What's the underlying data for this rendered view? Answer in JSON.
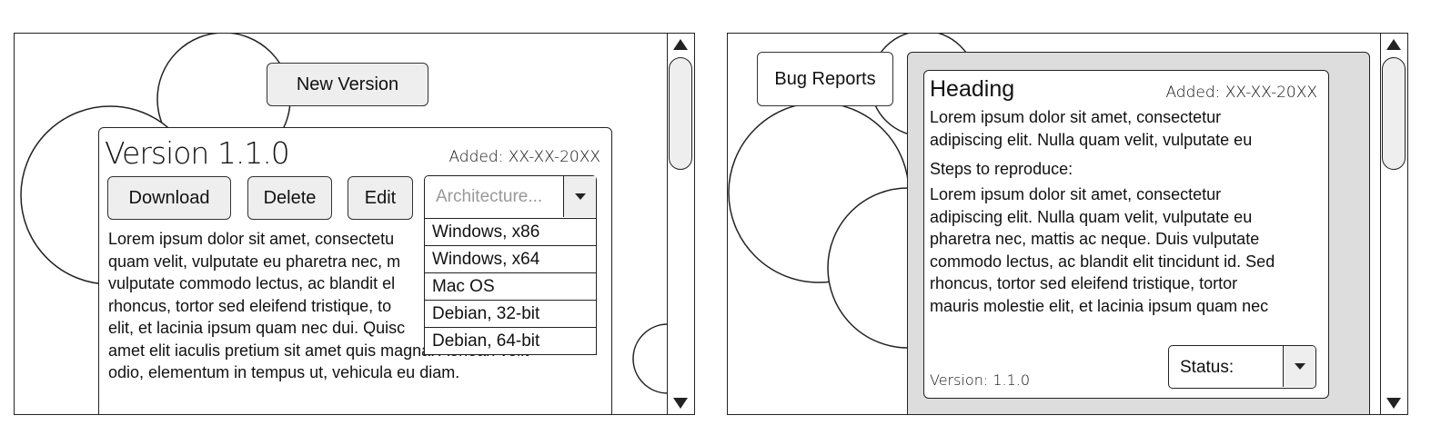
{
  "left": {
    "new_version_label": "New Version",
    "version_title": "Version 1.1.0",
    "added": "Added: XX-XX-20XX",
    "buttons": {
      "download": "Download",
      "delete": "Delete",
      "edit": "Edit"
    },
    "architecture_placeholder": "Architecture...",
    "architecture_options": [
      "Windows, x86",
      "Windows, x64",
      "Mac OS",
      "Debian, 32-bit",
      "Debian, 64-bit"
    ],
    "description_lines": [
      "Lorem ipsum dolor sit amet, consectetu",
      "quam velit, vulputate eu pharetra nec, m",
      "vulputate commodo lectus, ac blandit el",
      "rhoncus, tortor sed eleifend tristique, to",
      "elit, et lacinia ipsum quam nec dui. Quisc",
      "amet elit iaculis pretium sit amet quis magna. Aenean velit",
      "odio, elementum in tempus ut, vehicula eu diam."
    ]
  },
  "right": {
    "bug_reports_label": "Bug Reports",
    "heading": "Heading",
    "added": "Added: XX-XX-20XX",
    "summary_lines": [
      "Lorem ipsum dolor sit amet, consectetur",
      "adipiscing elit. Nulla quam velit, vulputate eu"
    ],
    "steps_label": "Steps to reproduce:",
    "steps_lines": [
      "Lorem ipsum dolor sit amet, consectetur",
      "adipiscing elit. Nulla quam velit, vulputate eu",
      "pharetra nec, mattis ac neque. Duis vulputate",
      "commodo lectus, ac blandit elit tincidunt id. Sed",
      "rhoncus, tortor sed eleifend tristique, tortor",
      "mauris molestie elit, et lacinia ipsum quam nec"
    ],
    "version": "Version: 1.1.0",
    "status_label": "Status:"
  },
  "colors": {
    "border": "#222222",
    "button_fill": "#eeeeee",
    "placeholder_text": "#999999",
    "panel_fill": "#dddddd"
  },
  "icons": [
    "scroll-up-icon",
    "scroll-down-icon",
    "dropdown-caret-icon"
  ]
}
